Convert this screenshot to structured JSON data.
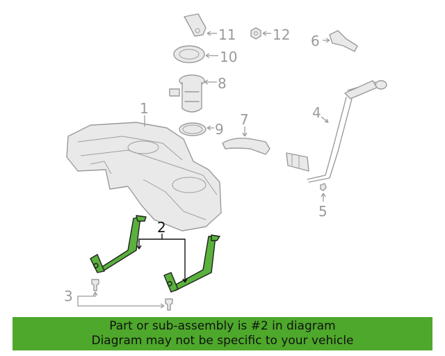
{
  "callouts": {
    "c1": "1",
    "c2": "2",
    "c3": "3",
    "c4": "4",
    "c5": "5",
    "c6": "6",
    "c7": "7",
    "c8": "8",
    "c9": "9",
    "c10": "10",
    "c11": "11",
    "c12": "12"
  },
  "highlighted_part": "2",
  "colors": {
    "highlight": "#5ab13c",
    "banner": "#4ea82b",
    "part_line": "#9a9a9a"
  },
  "banner": {
    "line1": "Part or sub-assembly is #2 in diagram",
    "line2": "Diagram may not be specific to your vehicle"
  }
}
